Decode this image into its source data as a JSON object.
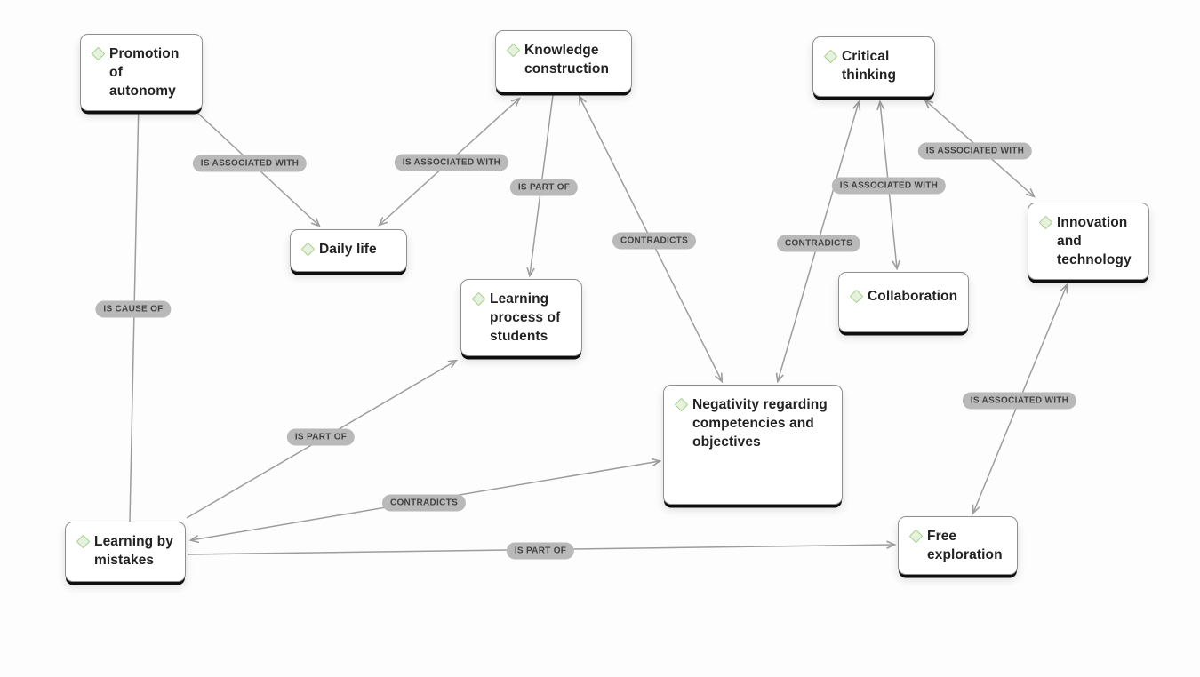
{
  "app": {
    "view": "concept-map"
  },
  "colors": {
    "background": "#fdfdfd",
    "node_background": "#ffffff",
    "node_border": "#8f8f8f",
    "node_shadow": "#0e0e0e",
    "node_text": "#222222",
    "diamond_fill": "#e6f1de",
    "diamond_border": "#a9d18e",
    "edge_line": "#9d9d9d",
    "label_pill_background": "#b9b9b9",
    "label_pill_text": "#424242"
  },
  "nodes": [
    {
      "id": "promotion-of-autonomy",
      "label": "Promotion of autonomy",
      "icon": "diamond-icon"
    },
    {
      "id": "knowledge-construction",
      "label": "Knowledge construction",
      "icon": "diamond-icon"
    },
    {
      "id": "critical-thinking",
      "label": "Critical thinking",
      "icon": "diamond-icon"
    },
    {
      "id": "daily-life",
      "label": "Daily life",
      "icon": "diamond-icon"
    },
    {
      "id": "learning-process-of-students",
      "label": "Learning process of students",
      "icon": "diamond-icon"
    },
    {
      "id": "collaboration",
      "label": "Collaboration",
      "icon": "diamond-icon"
    },
    {
      "id": "innovation-and-technology",
      "label": "Innovation and technology",
      "icon": "diamond-icon"
    },
    {
      "id": "negativity-regarding-competencies-and-objectives",
      "label": "Negativity regarding competencies and objectives",
      "icon": "diamond-icon"
    },
    {
      "id": "free-exploration",
      "label": "Free exploration",
      "icon": "diamond-icon"
    },
    {
      "id": "learning-by-mistakes",
      "label": "Learning by mistakes",
      "icon": "diamond-icon"
    }
  ],
  "edges": [
    {
      "from": "learning-by-mistakes",
      "to": "promotion-of-autonomy",
      "label": "IS CAUSE OF",
      "direction": "forward"
    },
    {
      "from": "promotion-of-autonomy",
      "to": "daily-life",
      "label": "IS ASSOCIATED WITH",
      "direction": "bidirectional"
    },
    {
      "from": "knowledge-construction",
      "to": "daily-life",
      "label": "IS ASSOCIATED WITH",
      "direction": "bidirectional"
    },
    {
      "from": "knowledge-construction",
      "to": "learning-process-of-students",
      "label": "IS PART OF",
      "direction": "forward"
    },
    {
      "from": "knowledge-construction",
      "to": "negativity-regarding-competencies-and-objectives",
      "label": "CONTRADICTS",
      "direction": "bidirectional"
    },
    {
      "from": "critical-thinking",
      "to": "collaboration",
      "label": "IS ASSOCIATED WITH",
      "direction": "bidirectional"
    },
    {
      "from": "critical-thinking",
      "to": "negativity-regarding-competencies-and-objectives",
      "label": "CONTRADICTS",
      "direction": "bidirectional"
    },
    {
      "from": "critical-thinking",
      "to": "innovation-and-technology",
      "label": "IS ASSOCIATED WITH",
      "direction": "bidirectional"
    },
    {
      "from": "innovation-and-technology",
      "to": "free-exploration",
      "label": "IS ASSOCIATED WITH",
      "direction": "bidirectional"
    },
    {
      "from": "learning-by-mistakes",
      "to": "learning-process-of-students",
      "label": "IS PART OF",
      "direction": "forward"
    },
    {
      "from": "learning-by-mistakes",
      "to": "negativity-regarding-competencies-and-objectives",
      "label": "CONTRADICTS",
      "direction": "bidirectional"
    },
    {
      "from": "learning-by-mistakes",
      "to": "free-exploration",
      "label": "IS PART OF",
      "direction": "forward"
    }
  ]
}
